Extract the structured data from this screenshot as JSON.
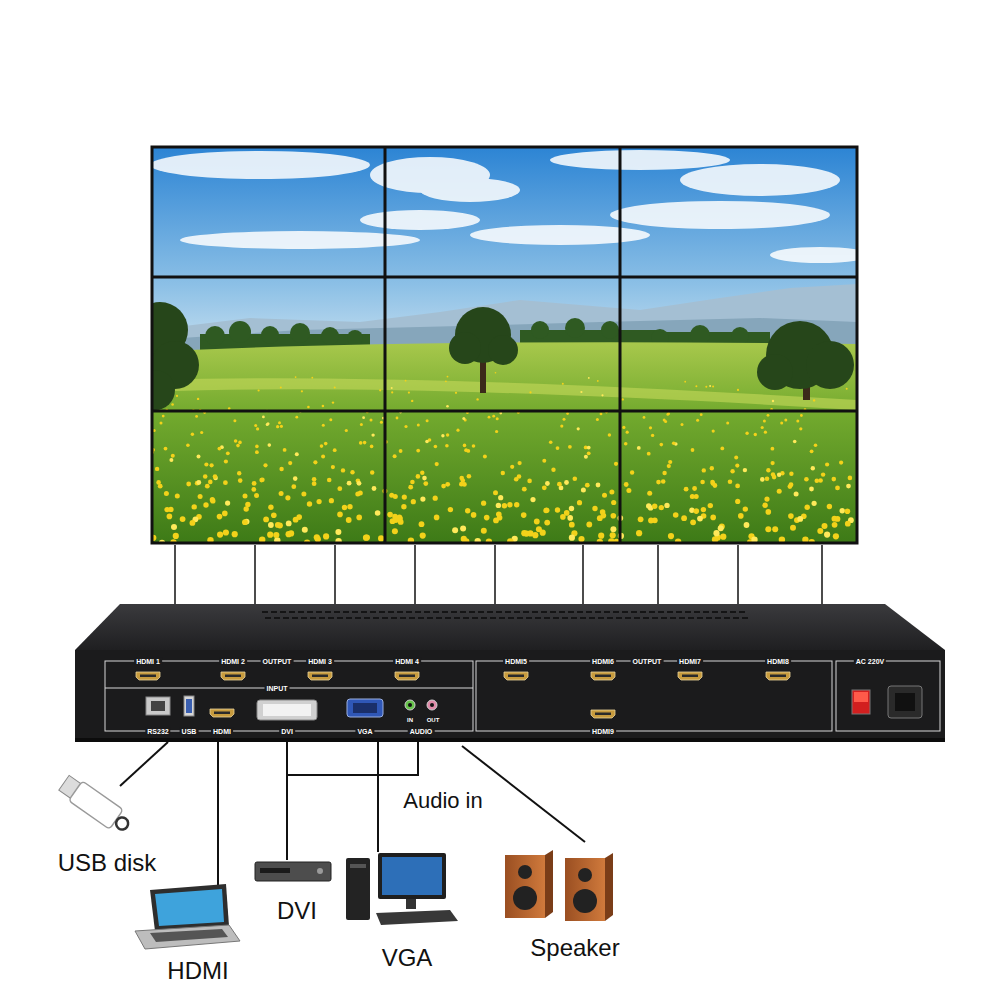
{
  "diagram": {
    "labels": [
      "HDMI 1",
      "HDMI 2",
      "OUTPUT",
      "HDMI 3",
      "HDMI 4",
      "HDMI5",
      "HDMI6",
      "OUTPUT",
      "HDMI7",
      "HDMI8",
      "AC 220V",
      "INPUT",
      "HDMI9",
      "RS232",
      "USB",
      "HDMI",
      "DVI",
      "VGA",
      "AUDIO",
      "IN",
      "OUT",
      "Audio in",
      "USB disk",
      "DVI",
      "VGA",
      "HDMI",
      "Speaker"
    ]
  }
}
